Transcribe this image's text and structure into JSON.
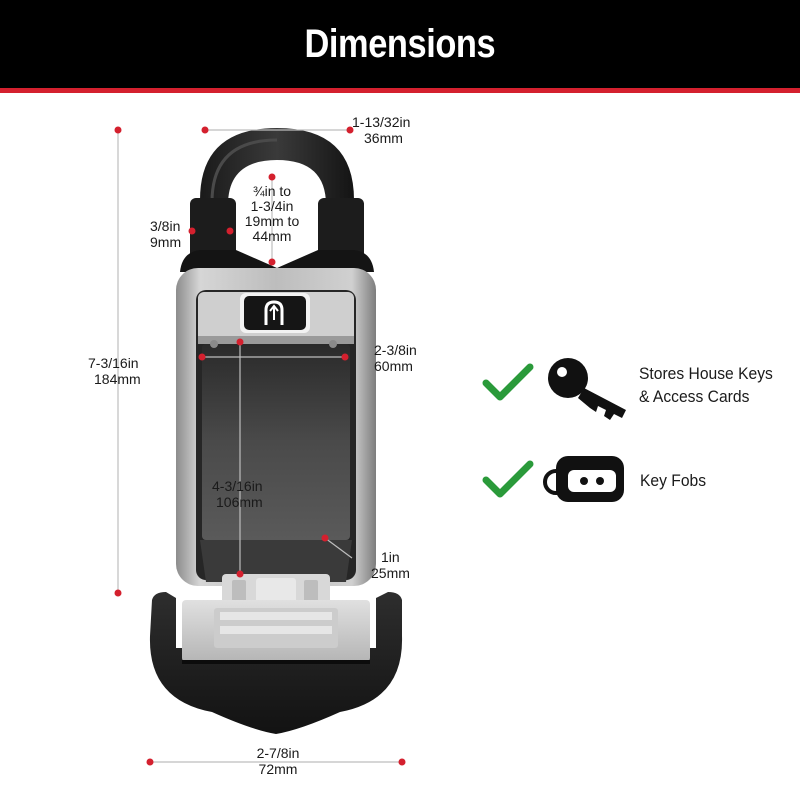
{
  "header": {
    "title": "Dimensions"
  },
  "colors": {
    "header_bg": "#000000",
    "accent_stripe": "#d4202e",
    "check_green": "#2a9a3a",
    "marker_red": "#d4202e"
  },
  "dimensions": {
    "shackle_width": {
      "line1": "1-13/32in",
      "line2": "36mm"
    },
    "shackle_clearance": {
      "line1": "¾in to",
      "line2": "1-3/4in",
      "line3": "19mm to",
      "line4": "44mm"
    },
    "shackle_thickness": {
      "line1": "3/8in",
      "line2": "9mm"
    },
    "overall_height": {
      "line1": "7-3/16in",
      "line2": "184mm"
    },
    "interior_width": {
      "line1": "2-3/8in",
      "line2": "60mm"
    },
    "interior_height": {
      "line1": "4-3/16in",
      "line2": "106mm"
    },
    "interior_depth": {
      "line1": "1in",
      "line2": "25mm"
    },
    "overall_width": {
      "line1": "2-7/8in",
      "line2": "72mm"
    }
  },
  "features": [
    {
      "icon": "house-key-icon",
      "line1": "Stores House Keys",
      "line2": "& Access Cards"
    },
    {
      "icon": "key-fob-icon",
      "line1": "Key Fobs"
    }
  ]
}
